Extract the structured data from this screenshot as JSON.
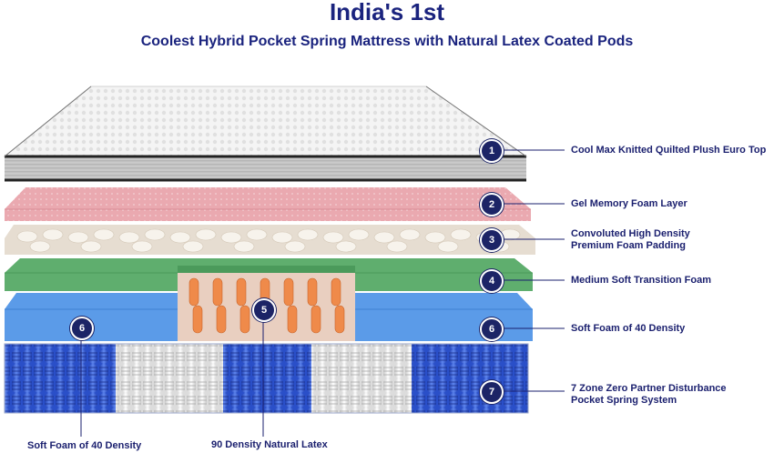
{
  "header": {
    "title": "India's 1st",
    "subtitle": "Coolest Hybrid Pocket Spring Mattress with Natural Latex Coated Pods"
  },
  "layers": [
    {
      "number": "1",
      "label": "Cool Max Knitted Quilted Plush Euro Top"
    },
    {
      "number": "2",
      "label": "Gel Memory Foam Layer"
    },
    {
      "number": "3",
      "label_line1": "Convoluted High Density",
      "label_line2": "Premium Foam Padding"
    },
    {
      "number": "4",
      "label": "Medium Soft Transition Foam"
    },
    {
      "number": "5",
      "label": "90 Density Natural Latex"
    },
    {
      "number": "6",
      "label": "Soft Foam of 40 Density"
    },
    {
      "number": "6",
      "label": "Soft Foam of 40 Density"
    },
    {
      "number": "7",
      "label_line1": "7 Zone Zero Partner Disturbance",
      "label_line2": "Pocket Spring System"
    }
  ],
  "colors": {
    "navy": "#1a1f6e",
    "euro_top": "#eeeeee",
    "gel_memory": "#eaa9b0",
    "convoluted": "#e9e2d8",
    "transition": "#5fae6e",
    "soft_foam": "#5b9be8",
    "latex": "#e9cfc0",
    "spring_blue": "#2f5bd6",
    "spring_white": "#f2f2f2"
  }
}
